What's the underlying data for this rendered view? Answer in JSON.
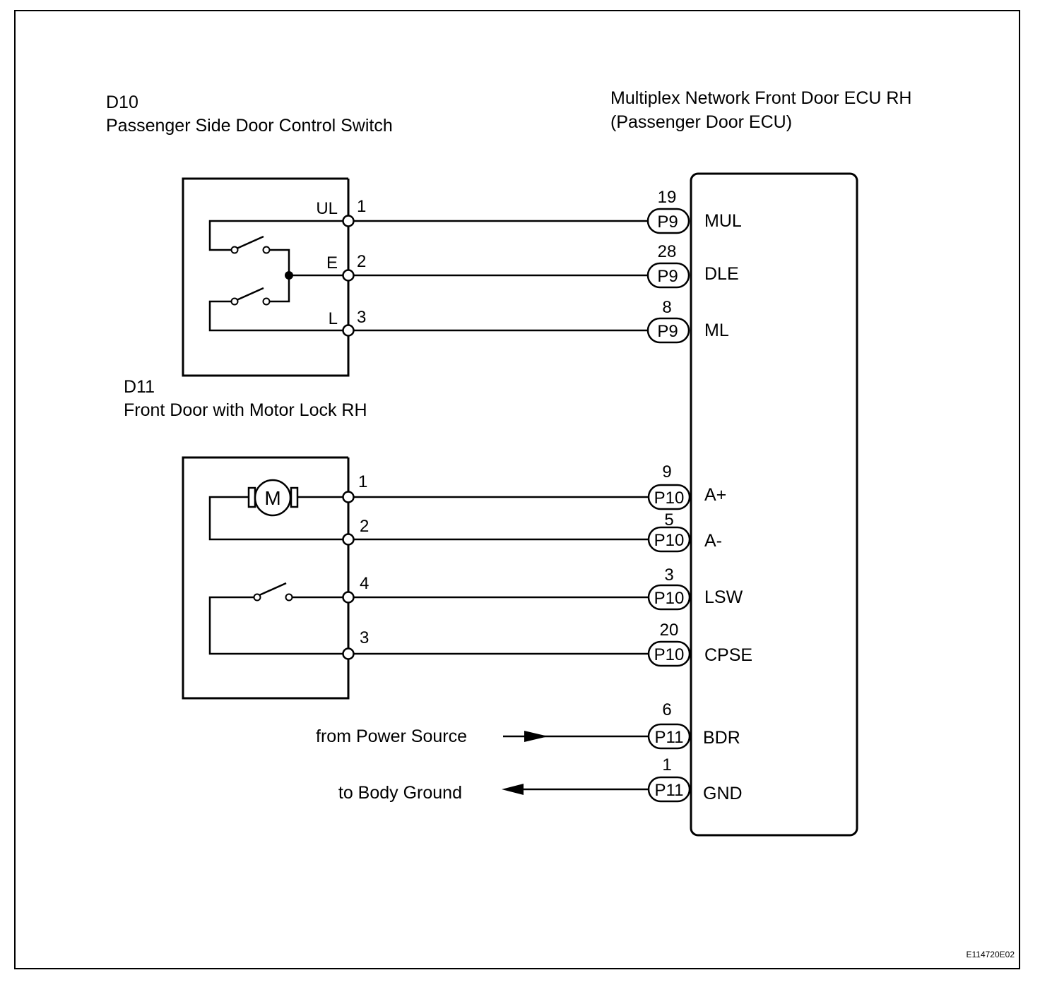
{
  "d10": {
    "code": "D10",
    "name": "Passenger Side Door Control Switch",
    "terminals": [
      {
        "name": "UL",
        "pin": "1"
      },
      {
        "name": "E",
        "pin": "2"
      },
      {
        "name": "L",
        "pin": "3"
      }
    ]
  },
  "d11": {
    "code": "D11",
    "name": "Front Door with Motor Lock RH",
    "motor_symbol": "M",
    "terminals": [
      {
        "pin": "1"
      },
      {
        "pin": "2"
      },
      {
        "pin": "4"
      },
      {
        "pin": "3"
      }
    ]
  },
  "ecu": {
    "name": "Multiplex Network Front Door ECU RH",
    "subname": "(Passenger Door ECU)",
    "pins": [
      {
        "pin": "19",
        "connector": "P9",
        "signal": "MUL"
      },
      {
        "pin": "28",
        "connector": "P9",
        "signal": "DLE"
      },
      {
        "pin": "8",
        "connector": "P9",
        "signal": "ML"
      },
      {
        "pin": "9",
        "connector": "P10",
        "signal": "A+"
      },
      {
        "pin": "5",
        "connector": "P10",
        "signal": "A-"
      },
      {
        "pin": "3",
        "connector": "P10",
        "signal": "LSW"
      },
      {
        "pin": "20",
        "connector": "P10",
        "signal": "CPSE"
      },
      {
        "pin": "6",
        "connector": "P11",
        "signal": "BDR"
      },
      {
        "pin": "1",
        "connector": "P11",
        "signal": "GND"
      }
    ]
  },
  "external": {
    "power_label": "from Power Source",
    "ground_label": "to Body Ground"
  },
  "figure_code": "E114720E02"
}
